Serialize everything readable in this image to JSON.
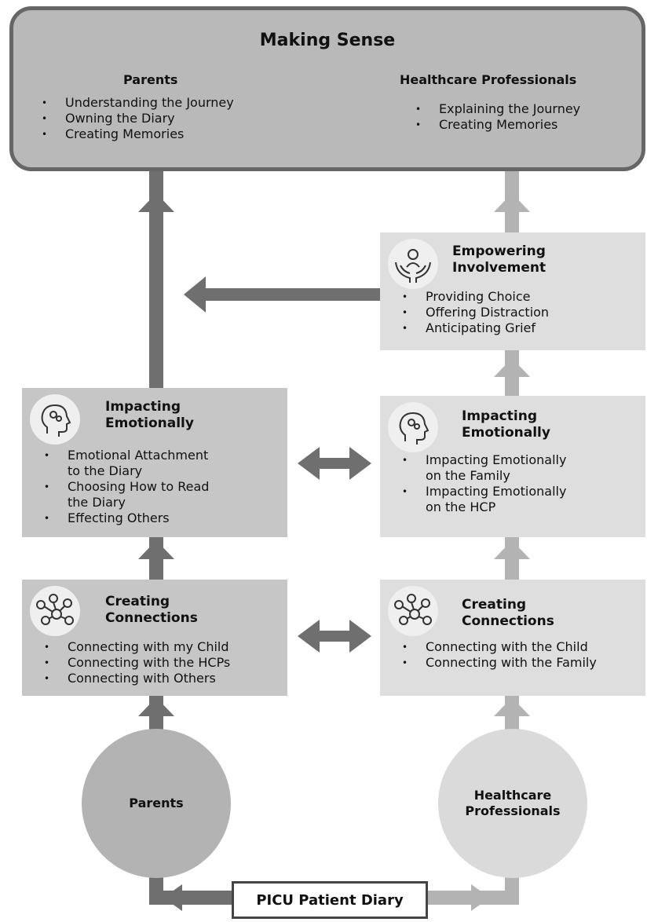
{
  "making_sense": {
    "title": "Making Sense",
    "parents_heading": "Parents",
    "parents_items": [
      "Understanding the Journey",
      "Owning the Diary",
      "Creating Memories"
    ],
    "hcp_heading": "Healthcare Professionals",
    "hcp_items": [
      "Explaining the Journey",
      "Creating Memories"
    ]
  },
  "empowering": {
    "title_line1": "Empowering",
    "title_line2": "Involvement",
    "icon": "hands-holding-person-icon",
    "items": [
      "Providing Choice",
      "Offering Distraction",
      "Anticipating Grief"
    ]
  },
  "impact_left": {
    "title_line1": "Impacting",
    "title_line2": "Emotionally",
    "icon": "head-gears-icon",
    "items": [
      [
        "Emotional Attachment",
        "to the Diary"
      ],
      [
        "Choosing How to Read",
        "the Diary"
      ],
      [
        "Effecting Others"
      ]
    ]
  },
  "impact_right": {
    "title_line1": "Impacting",
    "title_line2": "Emotionally",
    "icon": "head-gears-icon",
    "items": [
      [
        "Impacting Emotionally",
        "on the Family"
      ],
      [
        "Impacting Emotionally",
        "on the HCP"
      ]
    ]
  },
  "connect_left": {
    "title_line1": "Creating",
    "title_line2": "Connections",
    "icon": "network-people-icon",
    "items": [
      "Connecting with my Child",
      "Connecting with the HCPs",
      "Connecting with Others"
    ]
  },
  "connect_right": {
    "title_line1": "Creating",
    "title_line2": "Connections",
    "icon": "network-people-icon",
    "items": [
      "Connecting with the Child",
      "Connecting with the Family"
    ]
  },
  "parents_node": {
    "label": "Parents"
  },
  "hcp_node": {
    "line1": "Healthcare",
    "line2": "Professionals"
  },
  "diary": {
    "label": "PICU Patient Diary"
  },
  "colors": {
    "left_column": "#c6c6c6",
    "right_column": "#dedede",
    "top_box": "#b9b9b9",
    "left_arrow": "#6f6f6f",
    "right_arrow": "#b3b3b3"
  }
}
